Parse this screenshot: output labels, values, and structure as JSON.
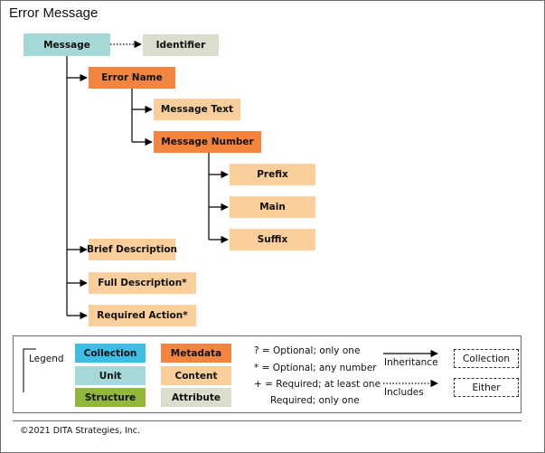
{
  "title": "Error Message",
  "nodes": {
    "message": "Message",
    "identifier": "Identifier",
    "error_name": "Error Name",
    "message_text": "Message Text",
    "message_number": "Message Number",
    "prefix": "Prefix",
    "main": "Main",
    "suffix": "Suffix",
    "brief_description": "Brief Description",
    "full_description": "Full Description*",
    "required_action": "Required Action*"
  },
  "legend": {
    "label": "Legend",
    "types": {
      "collection": "Collection",
      "metadata": "Metadata",
      "unit": "Unit",
      "content": "Content",
      "structure": "Structure",
      "attribute": "Attribute"
    },
    "cardinality": {
      "optional_one": "? = Optional; only one",
      "optional_any": "* = Optional; any number",
      "required_at_least_one": "+ = Required; at least one",
      "required_only_one": "Required; only one"
    },
    "relations": {
      "inheritance": "Inheritance",
      "includes": "Includes"
    },
    "dashed": {
      "collection": "Collection",
      "either": "Either"
    }
  },
  "colors": {
    "collection": "#3cbde4",
    "unit": "#a6d8d8",
    "structure": "#92b83b",
    "metadata": "#f28640",
    "content": "#fbcf9c",
    "attribute": "#d9dfcc"
  },
  "copyright": "©2021 DITA Strategies, Inc."
}
